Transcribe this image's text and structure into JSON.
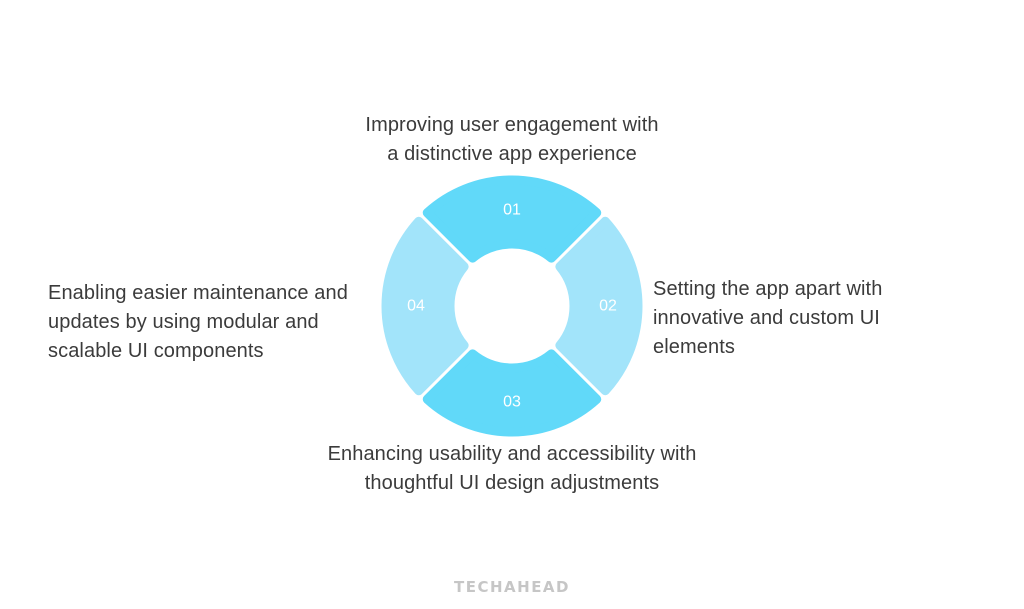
{
  "segments": [
    {
      "id": "01",
      "color": "#61d9f9",
      "caption": [
        "Improving user engagement with",
        "a distinctive app experience"
      ]
    },
    {
      "id": "02",
      "color": "#a2e4fa",
      "caption": [
        "Setting the app apart with",
        "innovative and custom UI",
        "elements"
      ]
    },
    {
      "id": "03",
      "color": "#61d9f9",
      "caption": [
        "Enhancing usability and accessibility with",
        "thoughtful UI design adjustments"
      ]
    },
    {
      "id": "04",
      "color": "#a2e4fa",
      "caption": [
        "Enabling easier maintenance and",
        "updates by using modular and",
        "scalable UI components"
      ]
    }
  ],
  "brand": "TECHAHEAD"
}
